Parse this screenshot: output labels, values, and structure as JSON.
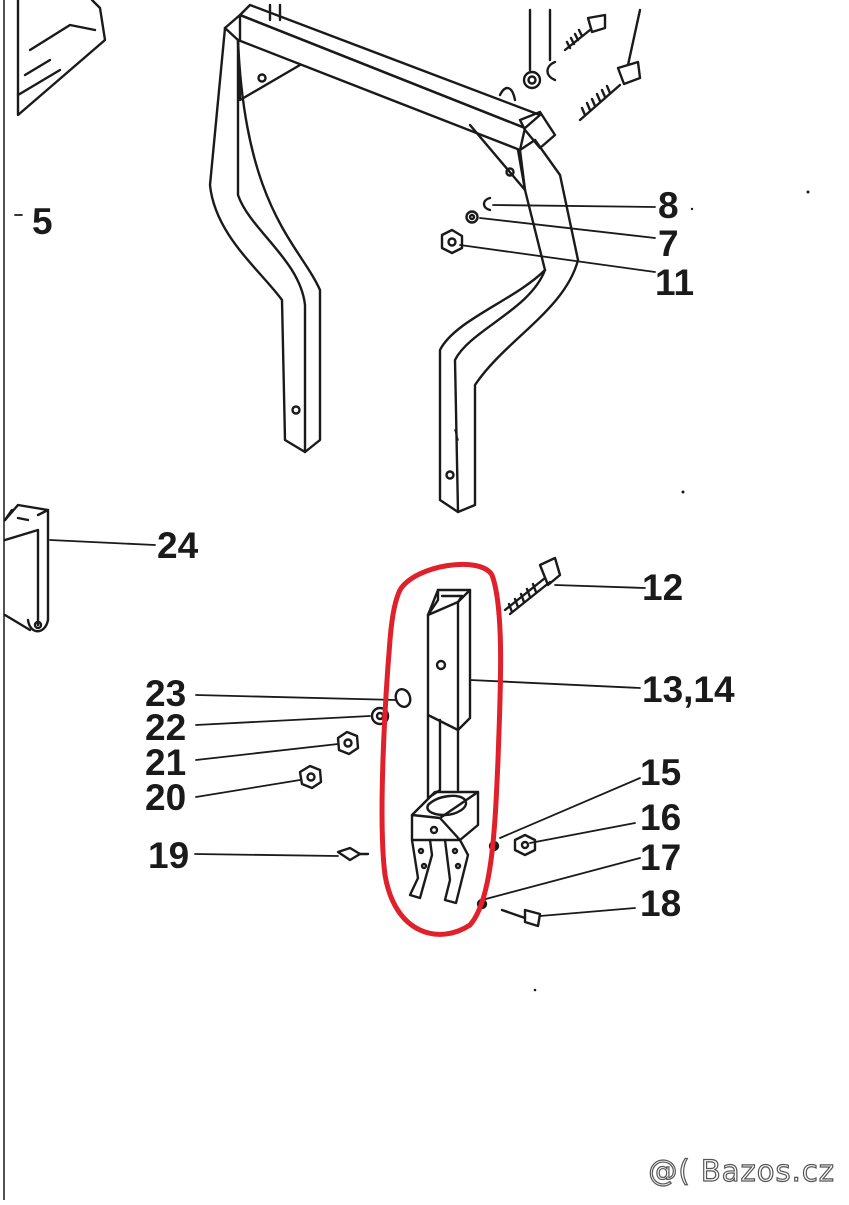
{
  "diagram": {
    "callouts": [
      {
        "id": "c5",
        "label": "5"
      },
      {
        "id": "c8",
        "label": "8"
      },
      {
        "id": "c7",
        "label": "7"
      },
      {
        "id": "c11",
        "label": "11"
      },
      {
        "id": "c24",
        "label": "24"
      },
      {
        "id": "c12",
        "label": "12"
      },
      {
        "id": "c13",
        "label": "13,14"
      },
      {
        "id": "c15",
        "label": "15"
      },
      {
        "id": "c16",
        "label": "16"
      },
      {
        "id": "c17",
        "label": "17"
      },
      {
        "id": "c18",
        "label": "18"
      },
      {
        "id": "c19",
        "label": "19"
      },
      {
        "id": "c20",
        "label": "20"
      },
      {
        "id": "c21",
        "label": "21"
      },
      {
        "id": "c22",
        "label": "22"
      },
      {
        "id": "c23",
        "label": "23"
      }
    ],
    "highlight_color": "#e0202a",
    "line_color": "#1a1a1a"
  },
  "watermark": {
    "text": "@( Bazos.cz"
  }
}
